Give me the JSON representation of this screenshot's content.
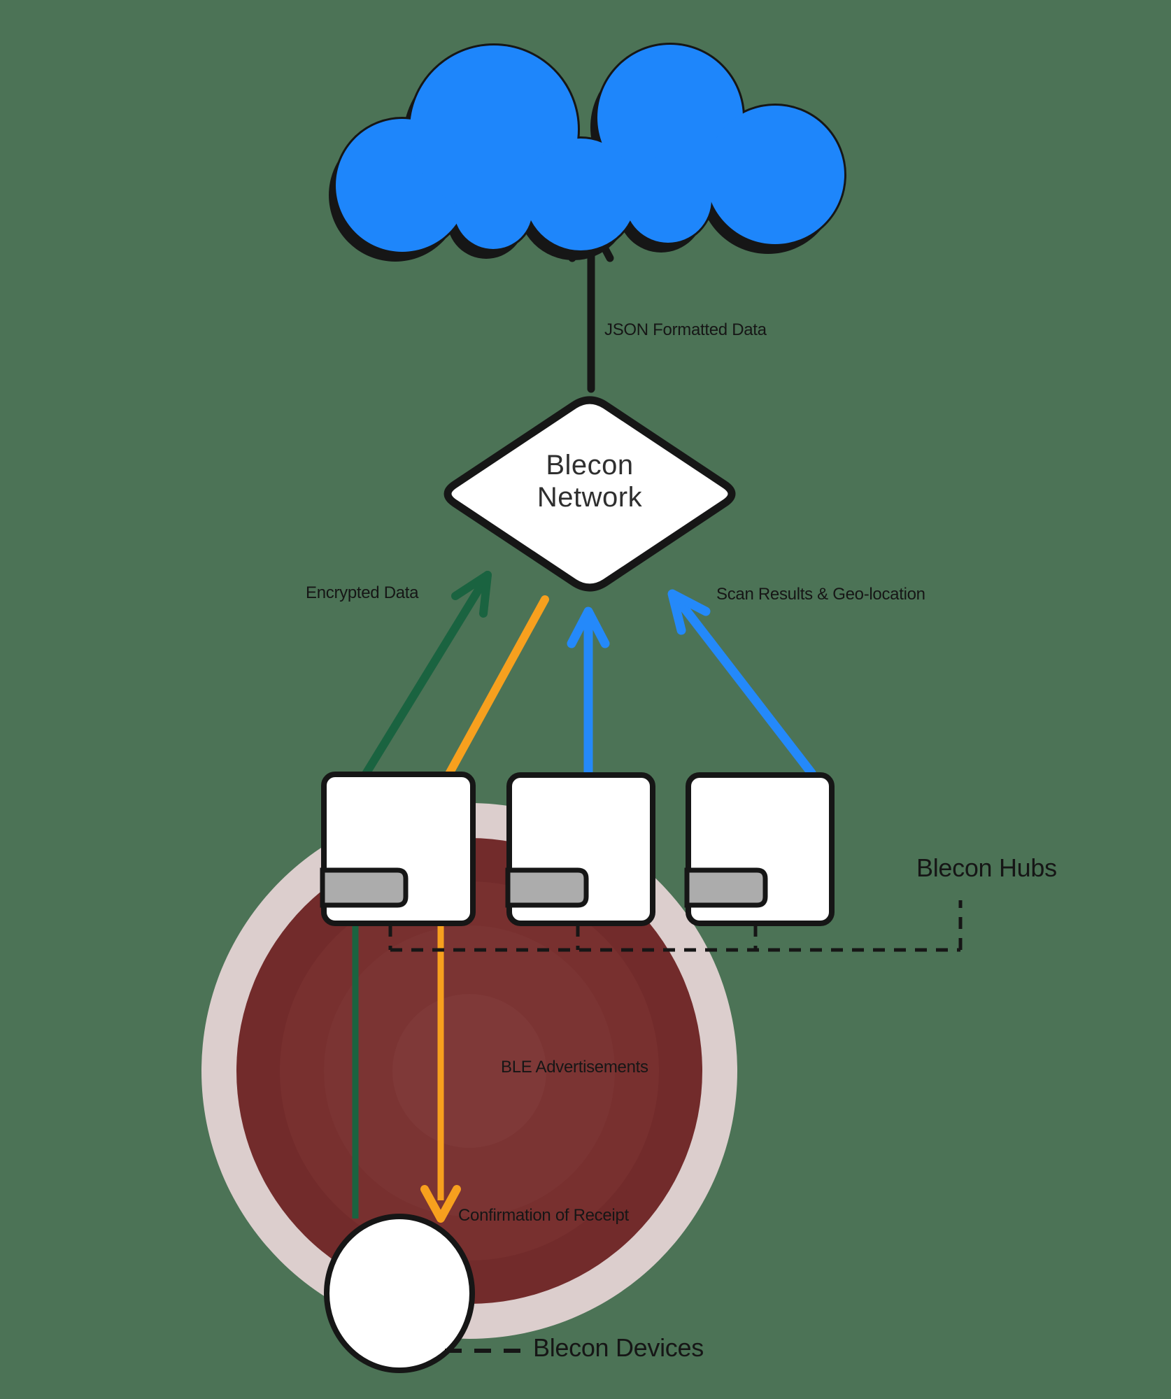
{
  "diagram": {
    "network_node": {
      "label_line1": "Blecon",
      "label_line2": "Network"
    },
    "labels": {
      "json_formatted_data": "JSON Formatted Data",
      "encrypted_data": "Encrypted Data",
      "scan_results": "Scan Results & Geo-location",
      "blecon_hubs": "Blecon Hubs",
      "ble_advertisements": "BLE Advertisements",
      "confirmation_of_receipt": "Confirmation of Receipt",
      "blecon_devices": "Blecon Devices"
    },
    "colors": {
      "background": "#4C7356",
      "ink": "#161616",
      "cloud_blue": "#1E86FB",
      "arrow_blue": "#2489FA",
      "arrow_green": "#1A6340",
      "arrow_orange": "#F7A01E",
      "circle_outer_ring": "#DCCECD",
      "circle_band_dark": "#722B2B",
      "circle_band_mid": "#78302F",
      "circle_band_mid2": "#7B3433",
      "circle_band_inner": "#7F3938",
      "hub_tab": "#ACACAC"
    }
  }
}
